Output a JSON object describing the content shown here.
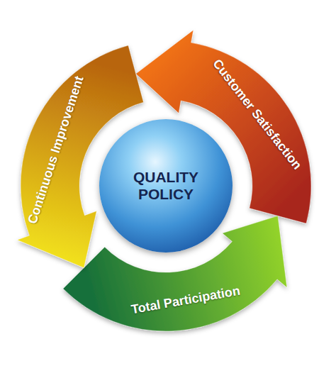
{
  "diagram": {
    "nodes": [
      {
        "text": [
          "QUALITY POLICY"
        ]
      },
      {
        "text": [
          "Customer Satisfaction"
        ]
      },
      {
        "text": [
          "Total Participation"
        ]
      },
      {
        "text": [
          "Continuous Improvement"
        ]
      }
    ]
  }
}
